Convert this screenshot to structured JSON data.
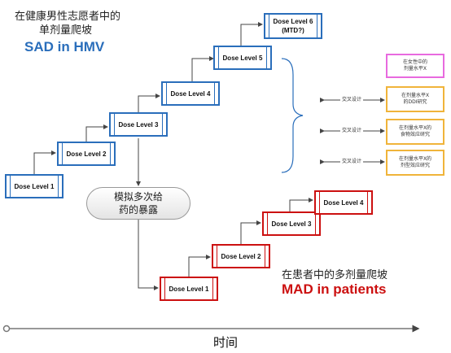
{
  "sad": {
    "subtitle_line1": "在健康男性志愿者中的",
    "subtitle_line2": "单剂量爬坡",
    "title": "SAD in HMV",
    "levels": [
      "Dose Level 1",
      "Dose Level 2",
      "Dose Level 3",
      "Dose Level 4",
      "Dose Level 5",
      "Dose Level 6\n(MTD?)"
    ]
  },
  "simulation": {
    "line1": "模拟多次给",
    "line2": "药的暴露"
  },
  "side_studies": [
    {
      "text": "在女性中的\n剂量水平X",
      "color": "#e86adf",
      "cross_label": ""
    },
    {
      "text": "在剂量水平X\n的DDI研究",
      "color": "#f0b43a",
      "cross_label": "交叉设计"
    },
    {
      "text": "在剂量水平X的\n食物效应研究",
      "color": "#f0b43a",
      "cross_label": "交叉设计"
    },
    {
      "text": "在剂量水平X的\n剂型效应研究",
      "color": "#f0b43a",
      "cross_label": "交叉设计"
    }
  ],
  "mad": {
    "subtitle": "在患者中的多剂量爬坡",
    "title": "MAD in patients",
    "levels": [
      "Dose Level 1",
      "Dose Level 2",
      "Dose Level 3",
      "Dose Level 4"
    ]
  },
  "time_axis": {
    "label": "时间"
  },
  "colors": {
    "sad_blue": "#2a6ebb",
    "mad_red": "#cc1010",
    "pink": "#e86adf",
    "orange": "#f0b43a"
  }
}
